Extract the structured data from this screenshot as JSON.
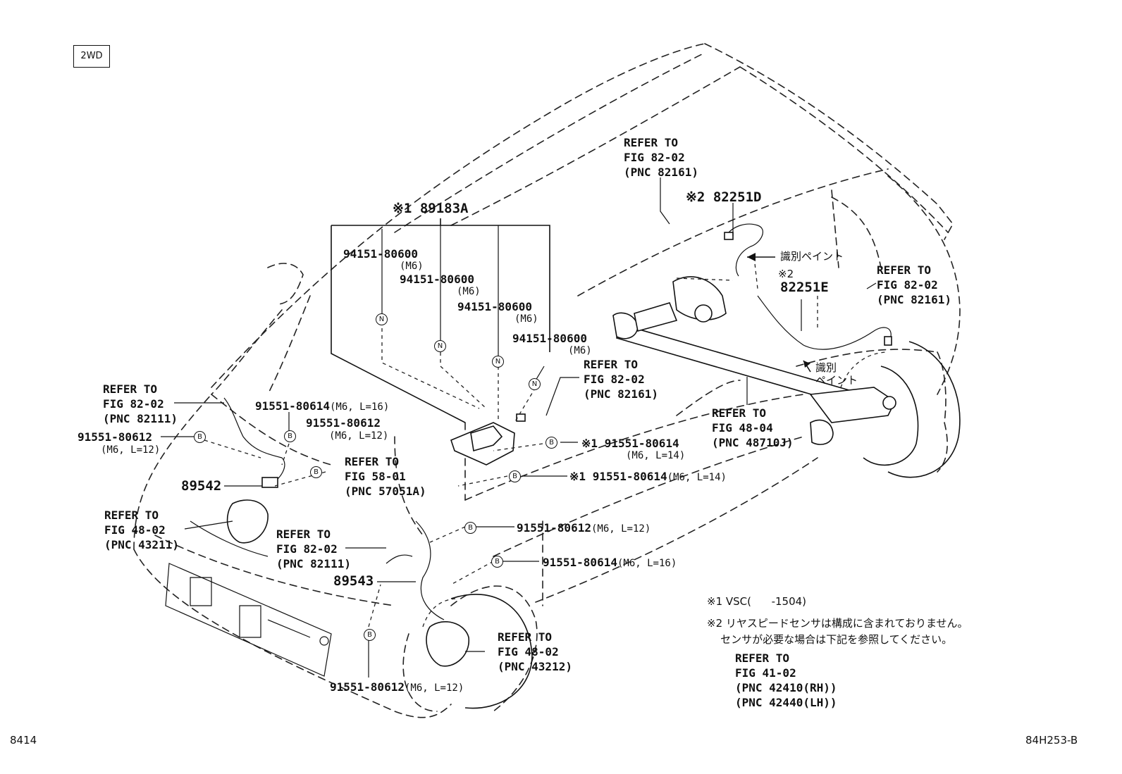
{
  "badge": "2WD",
  "page_id": "8414",
  "drawing_id": "84H253-B",
  "markers": {
    "n": "N",
    "b": "B"
  },
  "parts": {
    "p89183a": {
      "prefix": "※1",
      "number": "89183A"
    },
    "p82251d": {
      "prefix": "※2",
      "number": "82251D"
    },
    "p82251e": {
      "prefix": "※2",
      "number": "82251E"
    },
    "p89542": "89542",
    "p89543": "89543"
  },
  "bolts": {
    "n1": {
      "number": "94151-80600",
      "spec": "(M6)"
    },
    "n2": {
      "number": "94151-80600",
      "spec": "(M6)"
    },
    "n3": {
      "number": "94151-80600",
      "spec": "(M6)"
    },
    "n4": {
      "number": "94151-80600",
      "spec": "(M6)"
    },
    "b_front_top": {
      "number": "91551-80614",
      "spec": "(M6, L=16)"
    },
    "b_front_mid": {
      "number": "91551-80612",
      "spec": "(M6, L=12)"
    },
    "b_left": {
      "number": "91551-80612",
      "spec": "(M6, L=12)"
    },
    "b_center1": {
      "prefix": "※1",
      "number": "91551-80614",
      "spec": "(M6, L=14)"
    },
    "b_center2": {
      "prefix": "※1",
      "number": "91551-80614",
      "spec": "(M6, L=14)"
    },
    "b_right1": {
      "number": "91551-80612",
      "spec": "(M6, L=12)"
    },
    "b_right2": {
      "number": "91551-80614",
      "spec": "(M6, L=16)"
    },
    "b_bottom": {
      "number": "91551-80612",
      "spec": "(M6, L=12)"
    }
  },
  "refs": {
    "r_top_right": [
      "REFER TO",
      "FIG 82-02",
      "(PNC 82161)"
    ],
    "r_right": [
      "REFER TO",
      "FIG 82-02",
      "(PNC 82161)"
    ],
    "r_center": [
      "REFER TO",
      "FIG 82-02",
      "(PNC 82161)"
    ],
    "r_axle": [
      "REFER TO",
      "FIG 48-04",
      "(PNC 48710J)"
    ],
    "r_left_top": [
      "REFER TO",
      "FIG 82-02",
      "(PNC 82111)"
    ],
    "r_fig58": [
      "REFER TO",
      "FIG 58-01",
      "(PNC 57051A)"
    ],
    "r_left_knuckle": [
      "REFER TO",
      "FIG 48-02",
      "(PNC 43211)"
    ],
    "r_front_harness": [
      "REFER TO",
      "FIG 82-02",
      "(PNC 82111)"
    ],
    "r_right_knuckle": [
      "REFER TO",
      "FIG 48-02",
      "(PNC 43212)"
    ]
  },
  "paint_labels": {
    "upper": "識別ペイント",
    "lower_1": "識別",
    "lower_2": "ペイント"
  },
  "notes": {
    "note1": "※1 VSC(      -1504)",
    "note2_line1": "※2 リヤスピードセンサは構成に含まれておりません。",
    "note2_line2": "    センサが必要な場合は下記を参照してください。",
    "ref_lines": [
      "REFER TO",
      "FIG 41-02",
      "(PNC 42410(RH))",
      "(PNC 42440(LH))"
    ]
  }
}
